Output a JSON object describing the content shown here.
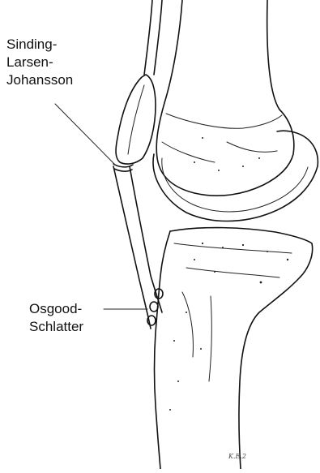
{
  "labels": {
    "sinding": [
      "Sinding-",
      "Larsen-",
      "Johansson"
    ],
    "osgood": [
      "Osgood-",
      "Schlatter"
    ]
  },
  "signature": "K.E.2",
  "colors": {
    "ink": "#111111",
    "background": "#ffffff"
  }
}
